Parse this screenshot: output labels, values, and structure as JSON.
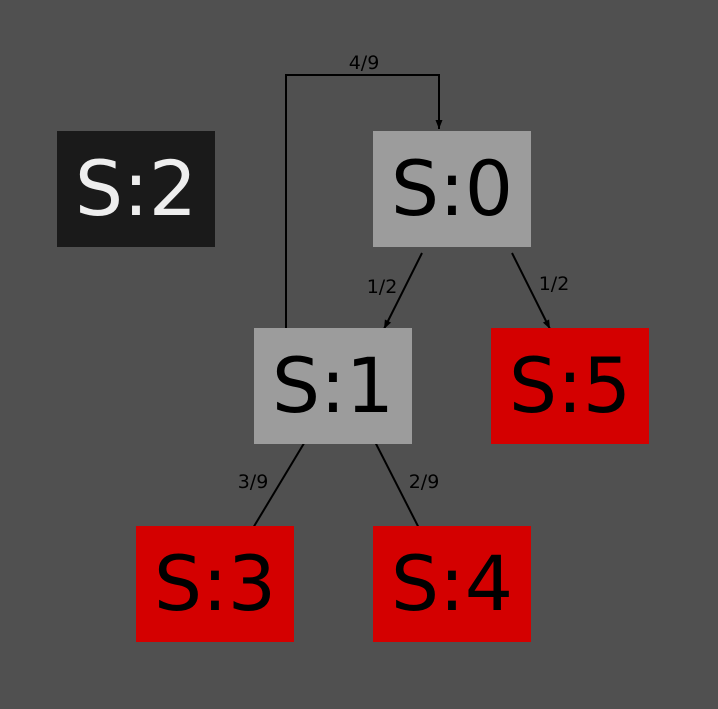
{
  "colors": {
    "background": "#505050",
    "edge": "#000000",
    "state_dark_fill": "#1a1a1a",
    "state_dark_text": "#eeeeee",
    "state_gray_fill": "#9c9c9c",
    "state_red_fill": "#d40000",
    "state_text": "#000000"
  },
  "states": [
    {
      "id": "s0",
      "label": "S:0",
      "style": "gray"
    },
    {
      "id": "s1",
      "label": "S:1",
      "style": "gray"
    },
    {
      "id": "s2",
      "label": "S:2",
      "style": "dark"
    },
    {
      "id": "s3",
      "label": "S:3",
      "style": "red"
    },
    {
      "id": "s4",
      "label": "S:4",
      "style": "red"
    },
    {
      "id": "s5",
      "label": "S:5",
      "style": "red"
    }
  ],
  "transitions": [
    {
      "from": "S:0",
      "to": "S:1",
      "probability": "1/2"
    },
    {
      "from": "S:0",
      "to": "S:5",
      "probability": "1/2"
    },
    {
      "from": "S:1",
      "to": "S:0",
      "probability": "4/9"
    },
    {
      "from": "S:1",
      "to": "S:3",
      "probability": "3/9"
    },
    {
      "from": "S:1",
      "to": "S:4",
      "probability": "2/9"
    }
  ]
}
